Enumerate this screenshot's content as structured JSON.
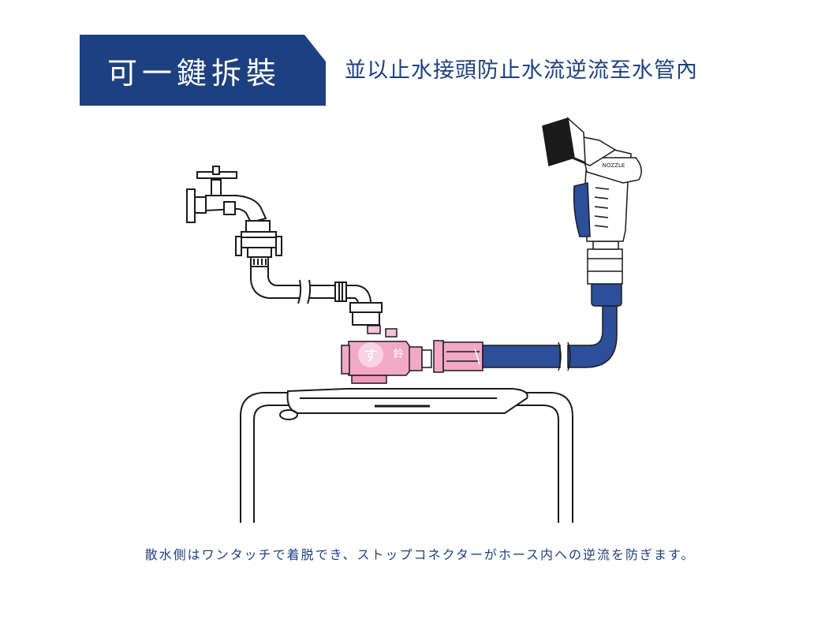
{
  "header": {
    "banner_title": "可一鍵拆裝",
    "subtitle": "並以止水接頭防止水流逆流至水管內"
  },
  "illustration": {
    "connector_mark": "鈴",
    "nozzle_label": "NOZZLE"
  },
  "footer": {
    "caption": "散水側はワンタッチで着脱でき、ストップコネクターがホース内への逆流を防ぎます。"
  },
  "colors": {
    "navy": "#1d4080",
    "pink": "#f2a9c6",
    "hose_blue": "#2d4f9a",
    "line": "#1a1a1a"
  },
  "icons": [
    "faucet-icon",
    "spray-nozzle-icon",
    "check-valve-connector-icon",
    "tank-icon"
  ]
}
